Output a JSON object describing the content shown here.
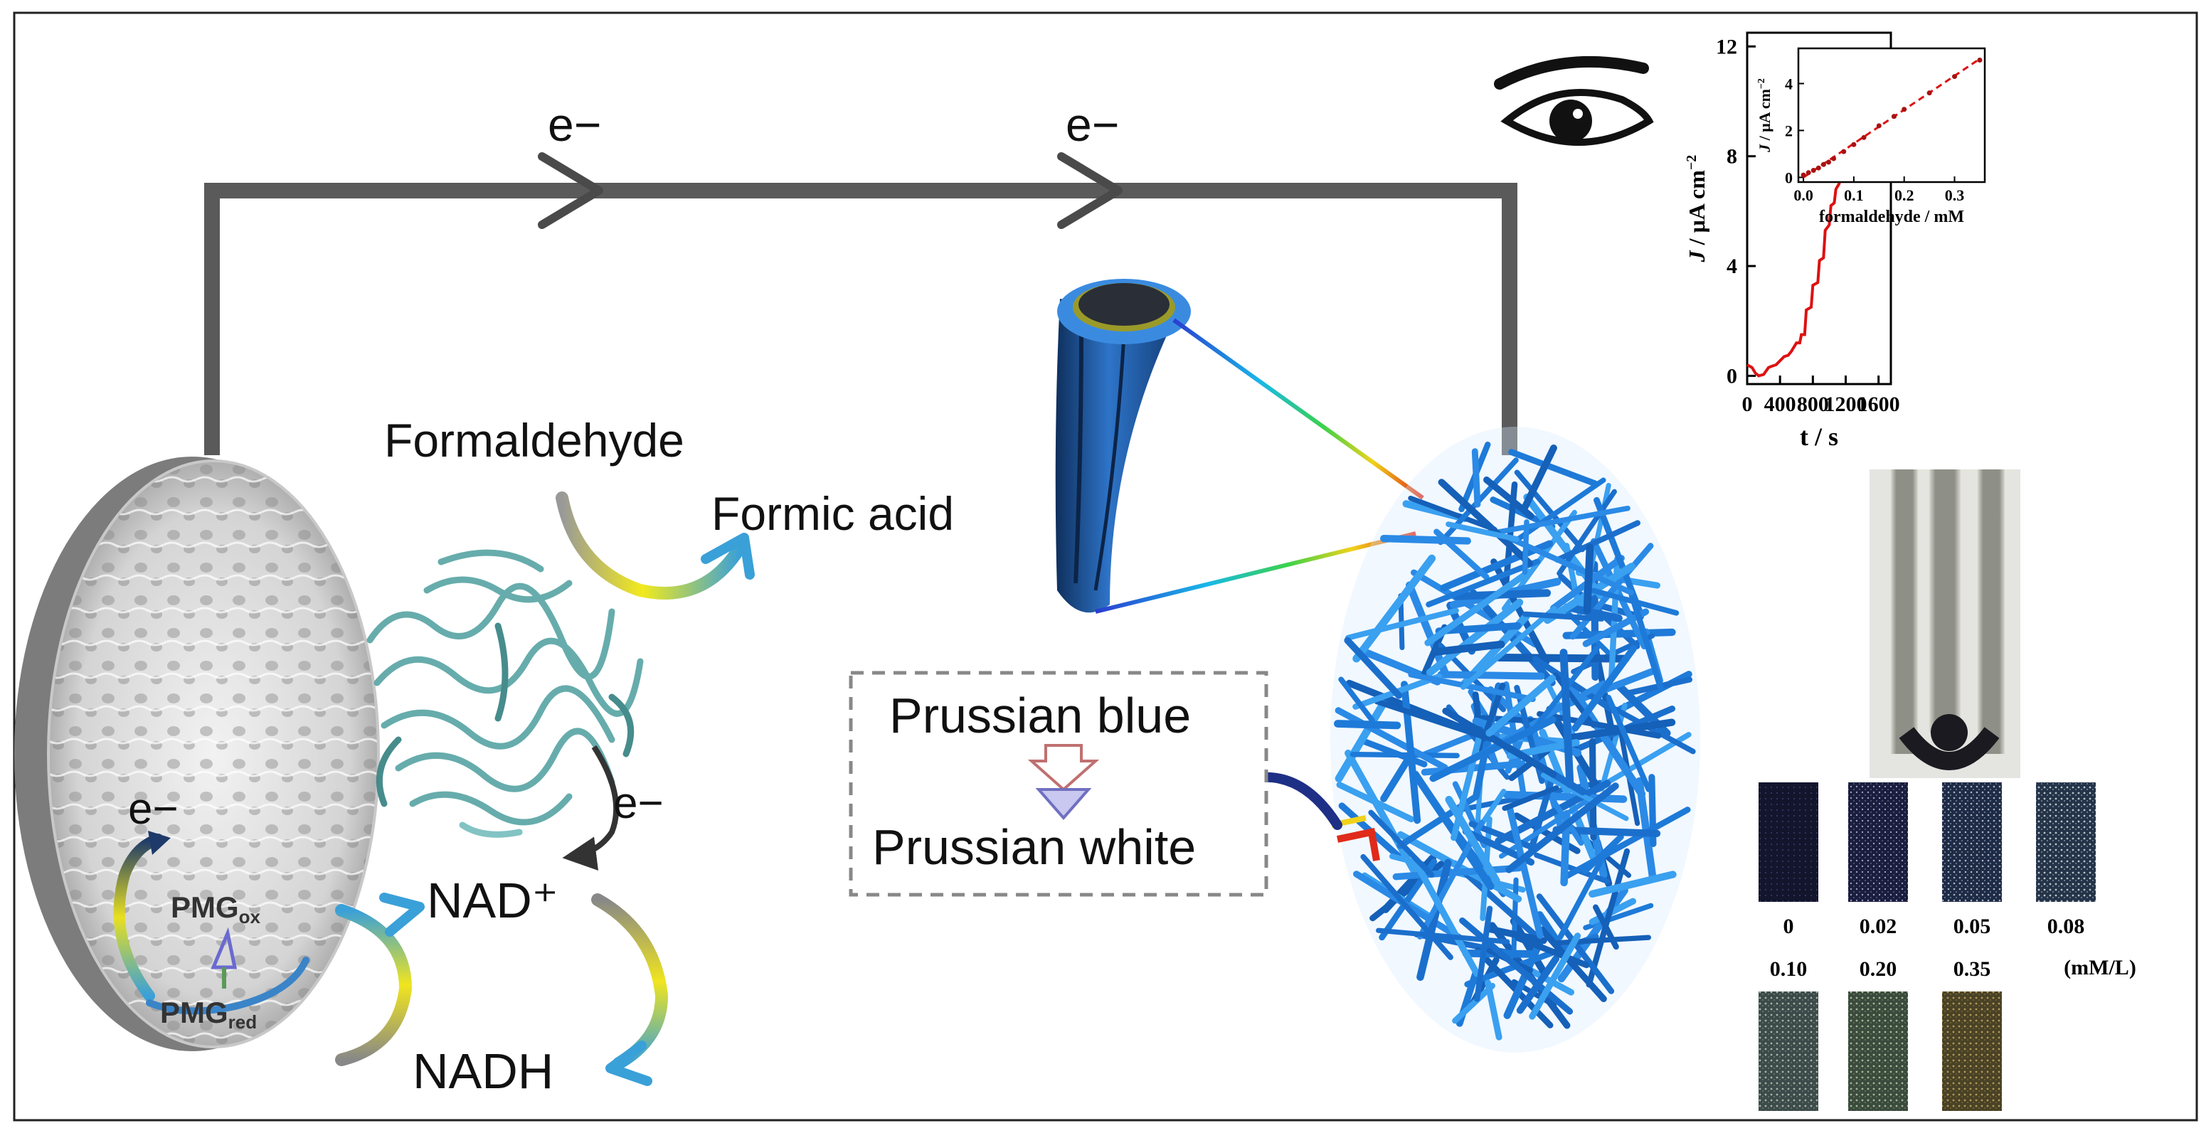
{
  "electron_flow": {
    "top_left": "e−",
    "top_right": "e−"
  },
  "labels": {
    "formaldehyde": "Formaldehyde",
    "formic_acid": "Formic acid",
    "enzyme_electron": "e−",
    "electrode_electron": "e−",
    "nad_plus": "NAD⁺",
    "nadh": "NADH",
    "pmg_ox": "PMG",
    "pmg_ox_sub": "ox",
    "pmg_red": "PMG",
    "pmg_red_sub": "red"
  },
  "prussian_box": {
    "top": "Prussian blue",
    "bottom": "Prussian white"
  },
  "chart_data": {
    "type": "line",
    "xlabel": "t / s",
    "ylabel_prefix": "J",
    "ylabel_units": " / μA cm",
    "ylabel_exp": "−2",
    "xlim": [
      0,
      1750
    ],
    "ylim": [
      -0.3,
      12.5
    ],
    "x_ticks": [
      "0",
      "400",
      "800",
      "1200",
      "1600"
    ],
    "y_ticks": [
      "0",
      "4",
      "8",
      "12"
    ],
    "series_color": "#dd1111",
    "series": [
      {
        "points": [
          [
            0,
            0.4
          ],
          [
            60,
            0.3
          ],
          [
            100,
            0.1
          ],
          [
            140,
            0
          ],
          [
            200,
            0.05
          ],
          [
            260,
            0.3
          ],
          [
            300,
            0.35
          ],
          [
            350,
            0.4
          ],
          [
            400,
            0.55
          ],
          [
            450,
            0.7
          ],
          [
            500,
            0.75
          ],
          [
            540,
            0.9
          ],
          [
            560,
            1.0
          ],
          [
            600,
            1.2
          ],
          [
            640,
            1.2
          ],
          [
            660,
            1.5
          ],
          [
            700,
            1.5
          ],
          [
            720,
            2.4
          ],
          [
            780,
            2.5
          ],
          [
            800,
            3.3
          ],
          [
            860,
            3.4
          ],
          [
            880,
            4.2
          ],
          [
            930,
            4.3
          ],
          [
            950,
            5.3
          ],
          [
            1000,
            5.5
          ],
          [
            1020,
            6.2
          ],
          [
            1060,
            6.3
          ],
          [
            1080,
            6.8
          ],
          [
            1120,
            7.0
          ],
          [
            1140,
            7.5
          ],
          [
            1190,
            7.6
          ],
          [
            1210,
            8.0
          ],
          [
            1260,
            8.1
          ],
          [
            1280,
            8.6
          ],
          [
            1330,
            8.7
          ],
          [
            1350,
            9.2
          ],
          [
            1400,
            9.3
          ],
          [
            1420,
            9.8
          ],
          [
            1470,
            9.9
          ],
          [
            1490,
            10.4
          ],
          [
            1540,
            10.5
          ],
          [
            1560,
            10.9
          ],
          [
            1600,
            11.2
          ],
          [
            1620,
            11.5
          ],
          [
            1660,
            11.6
          ],
          [
            1700,
            11.7
          ],
          [
            1720,
            11.6
          ]
        ]
      }
    ],
    "inset": {
      "type": "scatter",
      "xlabel": "formaldehyde / mM",
      "ylabel_prefix": "J",
      "ylabel_units": " / μA cm",
      "ylabel_exp": "−2",
      "xlim": [
        -0.01,
        0.36
      ],
      "ylim": [
        -0.2,
        5.5
      ],
      "x_ticks": [
        "0.0",
        "0.1",
        "0.2",
        "0.3"
      ],
      "y_ticks": [
        "0",
        "2",
        "4"
      ],
      "points": [
        [
          0.0,
          0.1
        ],
        [
          0.01,
          0.2
        ],
        [
          0.02,
          0.3
        ],
        [
          0.03,
          0.4
        ],
        [
          0.04,
          0.55
        ],
        [
          0.05,
          0.65
        ],
        [
          0.06,
          0.8
        ],
        [
          0.08,
          1.1
        ],
        [
          0.1,
          1.4
        ],
        [
          0.12,
          1.7
        ],
        [
          0.15,
          2.2
        ],
        [
          0.18,
          2.6
        ],
        [
          0.2,
          2.9
        ],
        [
          0.25,
          3.6
        ],
        [
          0.3,
          4.3
        ],
        [
          0.35,
          5.0
        ]
      ],
      "fit": [
        [
          0.0,
          0.0
        ],
        [
          0.35,
          5.05
        ]
      ]
    }
  },
  "color_strips": {
    "row1": [
      "0",
      "0.02",
      "0.05",
      "0.08"
    ],
    "unit": "(mM/L)",
    "row2": [
      "0.10",
      "0.20",
      "0.35"
    ]
  },
  "colors": {
    "circuit": "#555555",
    "enzyme": "#5fa8a8",
    "nanowire": "#1e7ad8",
    "arrow_cyan": "#3a9fd6",
    "arrow_yellow": "#e8e020"
  }
}
